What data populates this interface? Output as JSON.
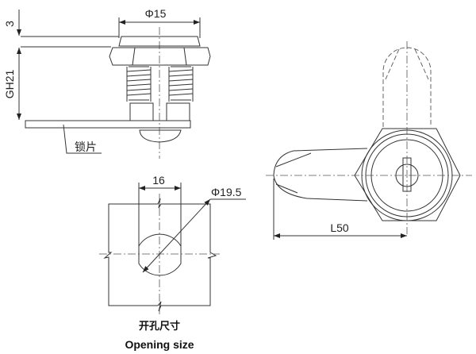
{
  "dimensions": {
    "cap_height": "3",
    "thread": "GH21",
    "head_diameter": "Φ15",
    "cam_label": "锁片",
    "slot_width": "16",
    "hole_diameter": "Φ19.5",
    "cam_length": "L50"
  },
  "captions": {
    "zh": "开孔尺寸",
    "en": "Opening size"
  }
}
